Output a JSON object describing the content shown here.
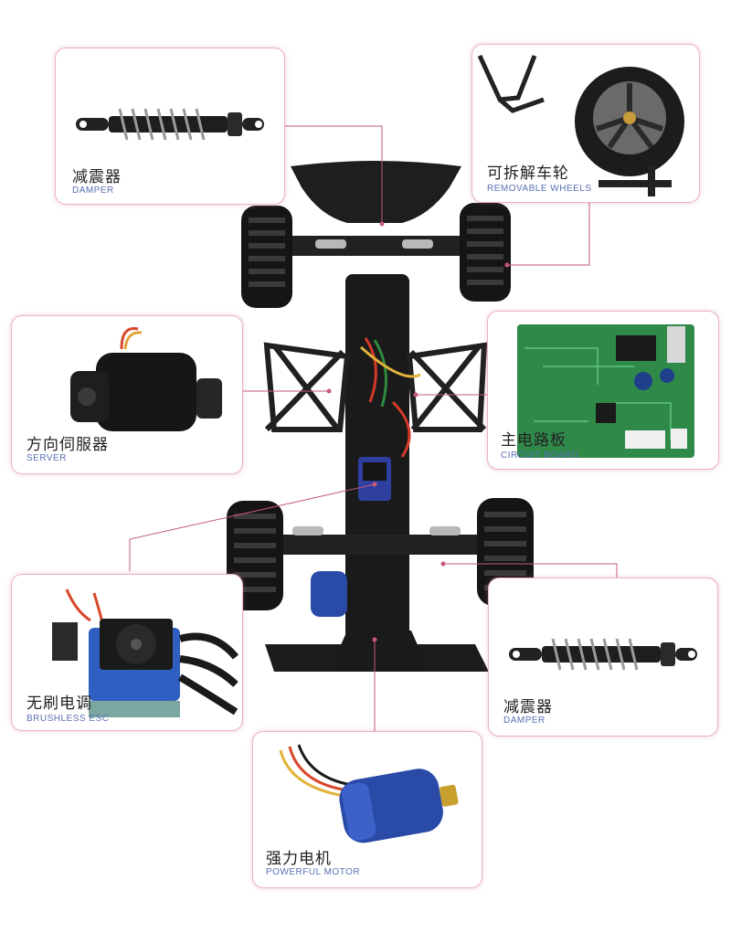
{
  "colors": {
    "leader_line": "#c65a76",
    "frame_border": "#e9b3c0",
    "label_cn": "#222222",
    "label_en": "#5a6fb4",
    "chassis_dark": "#1c1c1c",
    "motor_blue": "#2a4aa8",
    "board_green": "#2f8a4a"
  },
  "callouts": {
    "damper_top": {
      "cn": "减震器",
      "en": "DAMPER",
      "icon": "shock-absorber-icon"
    },
    "wheels": {
      "cn": "可拆解车轮",
      "en": "REMOVABLE WHEELS",
      "icon": "wheel-icon"
    },
    "servo": {
      "cn": "方向伺服器",
      "en": "SERVER",
      "icon": "servo-icon"
    },
    "board": {
      "cn": "主电路板",
      "en": "CIRCUIT BOARD",
      "icon": "circuit-board-icon"
    },
    "esc": {
      "cn": "无刷电调",
      "en": "BRUSHLESS ESC",
      "icon": "esc-icon"
    },
    "damper_bottom": {
      "cn": "减震器",
      "en": "DAMPER",
      "icon": "shock-absorber-icon"
    },
    "motor": {
      "cn": "强力电机",
      "en": "POWERFUL MOTOR",
      "icon": "motor-icon"
    }
  }
}
